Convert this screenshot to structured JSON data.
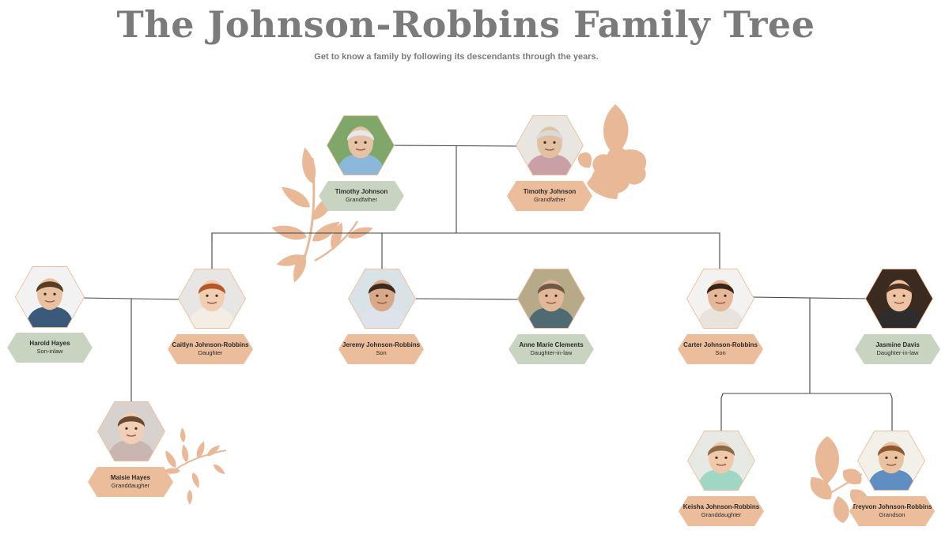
{
  "title": "The Johnson-Robbins Family Tree",
  "subtitle": "Get to know a family by following its descendants through the years.",
  "colors": {
    "title": "#7b7b7b",
    "label_green": "#c8d4c0",
    "label_peach": "#ecbd9a",
    "leaf": "#e9b997",
    "line": "#444444"
  },
  "people": [
    {
      "id": "timothy-1",
      "name": "Timothy Johnson",
      "role": "Grandfather",
      "label_color": "green"
    },
    {
      "id": "timothy-2",
      "name": "Timothy Johnson",
      "role": "Grandfather",
      "label_color": "peach"
    },
    {
      "id": "harold",
      "name": "Harold Hayes",
      "role": "Son-inlaw",
      "label_color": "green"
    },
    {
      "id": "caitlyn",
      "name": "Caitlyn Johnson-Robbins",
      "role": "Daughter",
      "label_color": "peach"
    },
    {
      "id": "jeremy",
      "name": "Jeremy Johnson-Robbins",
      "role": "Son",
      "label_color": "peach"
    },
    {
      "id": "anne",
      "name": "Anne Marie Clements",
      "role": "Daughter-in-law",
      "label_color": "green"
    },
    {
      "id": "carter",
      "name": "Carter Johnson-Robbins",
      "role": "Son",
      "label_color": "peach"
    },
    {
      "id": "jasmine",
      "name": "Jasmine Davis",
      "role": "Daughter-in-law",
      "label_color": "green"
    },
    {
      "id": "maisie",
      "name": "Maisie Hayes",
      "role": "Granddaugher",
      "label_color": "peach"
    },
    {
      "id": "keisha",
      "name": "Keisha Johnson-Robbins",
      "role": "Granddaughter",
      "label_color": "peach"
    },
    {
      "id": "treyvon",
      "name": "Treyvon Johnson-Robbins",
      "role": "Grandson",
      "label_color": "peach"
    }
  ]
}
